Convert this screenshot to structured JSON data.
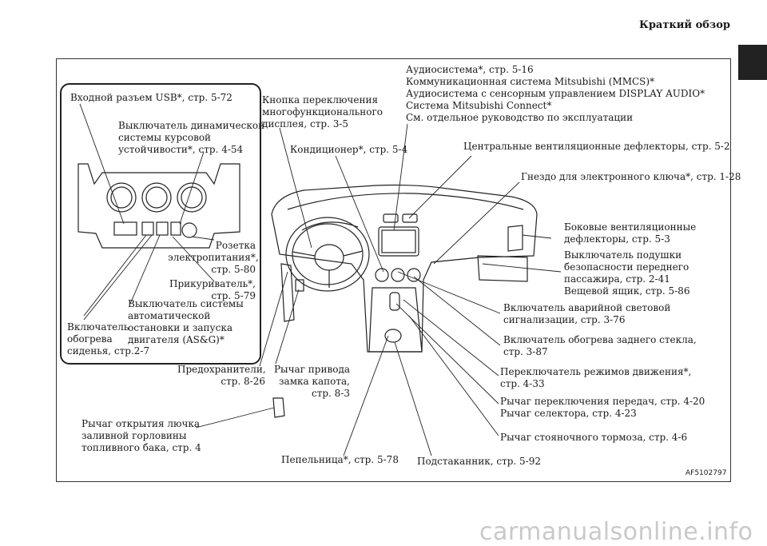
{
  "header": {
    "title": "Краткий обзор"
  },
  "labels": {
    "usb": "Входной разъем USB*, стр. 5-72",
    "stability": "Выключатель динамической\nсистемы курсовой\nустойчивости*, стр. 4-54",
    "socket": "Розетка\nэлектропитания*,\nстр. 5-80",
    "lighter": "Прикуриватель*,\nстр. 5-79",
    "asg": "Выключатель системы\nавтоматической\nостановки и запуска\nдвигателя (AS&G)*",
    "seat_heater": "Включатель\nобогрева\nсиденья, стр.2-7",
    "display_button": "Кнопка переключения\nмногофункционального\nдисплея, стр. 3-5",
    "audio": "Аудиосистема*, стр. 5-16\nКоммуникационная система Mitsubishi (MMCS)*\nАудиосистема с сенсорным управлением DISPLAY AUDIO*\nСистема Mitsubishi Connect*\nСм. отдельное руководство по эксплуатации",
    "aircon": "Кондиционер*, стр. 5-4",
    "center_vents": "Центральные вентиляционные дефлекторы, стр. 5-2",
    "key_slot": "Гнездо для электронного ключа*, стр. 1-28",
    "side_vents": "Боковые вентиляционные\nдефлекторы, стр. 5-3",
    "airbag_switch": "Выключатель подушки\nбезопасности переднего\nпассажира, стр. 2-41",
    "glovebox": "Вещевой ящик, стр. 5-86",
    "hazard": "Включатель аварийной световой\nсигнализации, стр. 3-76",
    "rear_defog": "Включатель обогрева заднего стекла,\nстр. 3-87",
    "drive_mode": "Переключатель режимов движения*,\nстр. 4-33",
    "gear_lever": "Рычаг переключения передач, стр. 4-20\nРычаг селектора, стр. 4-23",
    "parking_brake": "Рычаг стояночного тормоза, стр. 4-6",
    "cupholder": "Подстаканник, стр. 5-92",
    "ashtray": "Пепельница*, стр. 5-78",
    "fuses": "Предохранители,\nстр. 8-26",
    "hood_lever": "Рычаг привода\nзамка капота,\nстр. 8-3",
    "fuel_lid": "Рычаг открытия лючка\nзаливной горловины\nтопливного бака, стр. 4"
  },
  "figure_code": "AF5102797",
  "watermark": "carmanualsonline.info"
}
